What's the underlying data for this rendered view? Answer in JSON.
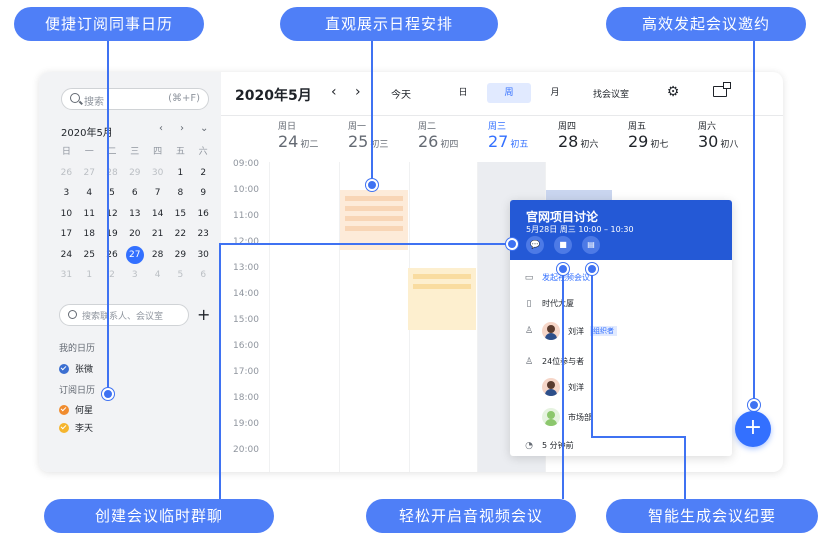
{
  "callouts": {
    "subscribe": "便捷订阅同事日历",
    "schedule": "直观展示日程安排",
    "invite": "高效发起会议邀约",
    "group_chat": "创建会议临时群聊",
    "av_meeting": "轻松开启音视频会议",
    "minutes": "智能生成会议纪要"
  },
  "sidebar": {
    "search_placeholder": "搜索",
    "search_shortcut": "(⌘+F)",
    "mini_calendar": {
      "title": "2020年5月",
      "nav_prev": "‹",
      "nav_next": "›",
      "nav_expand": "⌄",
      "weekdays": [
        "日",
        "一",
        "二",
        "三",
        "四",
        "五",
        "六"
      ],
      "weeks": [
        [
          "26",
          "27",
          "28",
          "29",
          "30",
          "1",
          "2"
        ],
        [
          "3",
          "4",
          "5",
          "6",
          "7",
          "8",
          "9"
        ],
        [
          "10",
          "11",
          "12",
          "13",
          "14",
          "15",
          "16"
        ],
        [
          "17",
          "18",
          "19",
          "20",
          "21",
          "22",
          "23"
        ],
        [
          "24",
          "25",
          "26",
          "27",
          "28",
          "29",
          "30"
        ],
        [
          "31",
          "1",
          "2",
          "3",
          "4",
          "5",
          "6"
        ]
      ],
      "selected": "27"
    },
    "contact_search_placeholder": "搜索联系人、会议室",
    "add_button": "+",
    "my_calendars_label": "我的日历",
    "my_calendars": [
      {
        "name": "张微",
        "color": "#3b6fd1"
      }
    ],
    "subscribed_label": "订阅日历",
    "subscribed_calendars": [
      {
        "name": "何星",
        "color": "#f08c2e"
      },
      {
        "name": "李天",
        "color": "#f5b52e"
      }
    ]
  },
  "toolbar": {
    "month_title": "2020年5月",
    "prev": "‹",
    "next": "›",
    "today": "今天",
    "views": [
      "日",
      "周",
      "月"
    ],
    "active_view": "周",
    "find_room": "找会议室",
    "settings_icon": "gear-icon",
    "window_icon": "popout-icon"
  },
  "week": {
    "days": [
      {
        "weekday": "周日",
        "date": "24",
        "lunar": "初二"
      },
      {
        "weekday": "周一",
        "date": "25",
        "lunar": "初三"
      },
      {
        "weekday": "周二",
        "date": "26",
        "lunar": "初四"
      },
      {
        "weekday": "周三",
        "date": "27",
        "lunar": "初五"
      },
      {
        "weekday": "周四",
        "date": "28",
        "lunar": "初六"
      },
      {
        "weekday": "周五",
        "date": "29",
        "lunar": "初七"
      },
      {
        "weekday": "周六",
        "date": "30",
        "lunar": "初八"
      }
    ],
    "times": [
      "09:00",
      "10:00",
      "11:00",
      "12:00",
      "13:00",
      "14:00",
      "15:00",
      "16:00",
      "17:00",
      "18:00",
      "19:00",
      "20:00"
    ]
  },
  "event_popup": {
    "title": "官网项目讨论",
    "time": "5月28日 周三 10:00 – 10:30",
    "actions": [
      "chat-icon",
      "video-icon",
      "doc-icon"
    ],
    "video_link": "发起视频会议",
    "location": "时代大厦",
    "organizer": "刘洋",
    "organizer_badge": "组织者",
    "attendee_count": "24位参与者",
    "attendees": [
      "刘洋",
      "市场部"
    ],
    "reminder": "5 分钟前"
  },
  "colors": {
    "accent": "#3370ff",
    "callout": "#4f7ff7",
    "popup_header": "#2459d6",
    "event_orange": "#fdebd9",
    "event_yellow": "#fdefcf"
  },
  "fab_label": "+"
}
